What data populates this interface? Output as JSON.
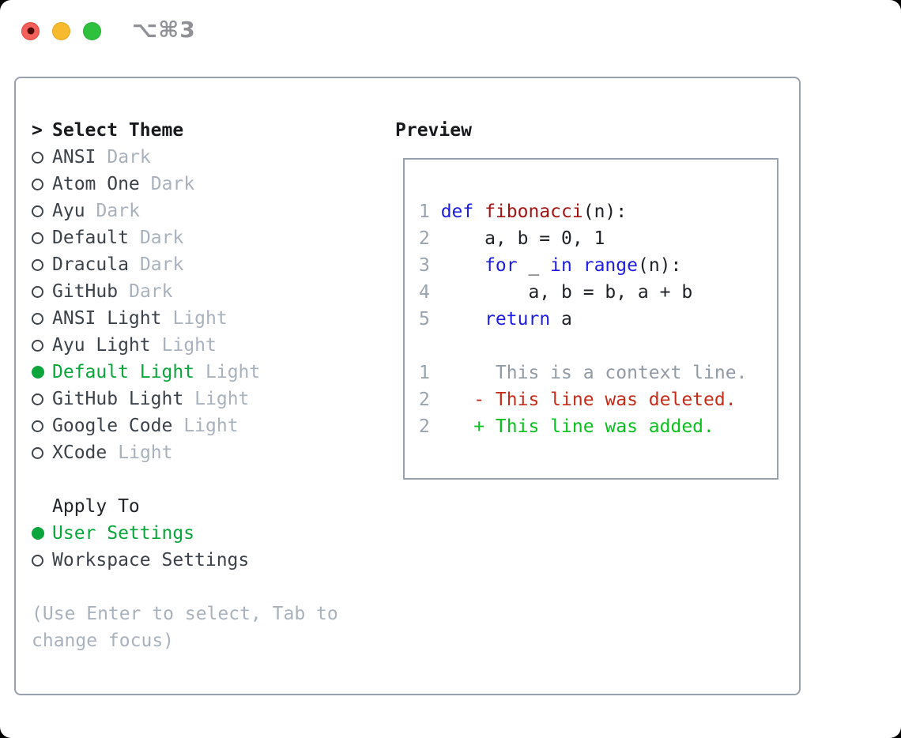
{
  "titlebar": {
    "shortcut": "⌥⌘3"
  },
  "theme_list": {
    "prompt": ">",
    "header": "Select Theme",
    "items": [
      {
        "name": "ANSI",
        "tag": "Dark",
        "selected": false
      },
      {
        "name": "Atom One",
        "tag": "Dark",
        "selected": false
      },
      {
        "name": "Ayu",
        "tag": "Dark",
        "selected": false
      },
      {
        "name": "Default",
        "tag": "Dark",
        "selected": false
      },
      {
        "name": "Dracula",
        "tag": "Dark",
        "selected": false
      },
      {
        "name": "GitHub",
        "tag": "Dark",
        "selected": false
      },
      {
        "name": "ANSI Light",
        "tag": "Light",
        "selected": false
      },
      {
        "name": "Ayu Light",
        "tag": "Light",
        "selected": false
      },
      {
        "name": "Default Light",
        "tag": "Light",
        "selected": true
      },
      {
        "name": "GitHub Light",
        "tag": "Light",
        "selected": false
      },
      {
        "name": "Google Code",
        "tag": "Light",
        "selected": false
      },
      {
        "name": "XCode",
        "tag": "Light",
        "selected": false
      }
    ]
  },
  "apply_to": {
    "header": "Apply To",
    "options": [
      {
        "label": "User Settings",
        "selected": true
      },
      {
        "label": "Workspace Settings",
        "selected": false
      }
    ]
  },
  "help": {
    "text": "(Use Enter to select, Tab to change focus)"
  },
  "preview": {
    "header": "Preview",
    "lines": [
      {
        "num": "1",
        "segs": [
          {
            "c": "kw",
            "t": "def"
          },
          {
            "c": "plain",
            "t": " "
          },
          {
            "c": "fn",
            "t": "fibonacci"
          },
          {
            "c": "plain",
            "t": "(n):"
          }
        ]
      },
      {
        "num": "2",
        "segs": [
          {
            "c": "plain",
            "t": "    a, b = 0, 1"
          }
        ]
      },
      {
        "num": "3",
        "segs": [
          {
            "c": "plain",
            "t": "    "
          },
          {
            "c": "kw",
            "t": "for"
          },
          {
            "c": "plain",
            "t": " _ "
          },
          {
            "c": "kw",
            "t": "in"
          },
          {
            "c": "plain",
            "t": " "
          },
          {
            "c": "kw",
            "t": "range"
          },
          {
            "c": "plain",
            "t": "(n):"
          }
        ]
      },
      {
        "num": "4",
        "segs": [
          {
            "c": "plain",
            "t": "        a, b = b, a + b"
          }
        ]
      },
      {
        "num": "5",
        "segs": [
          {
            "c": "plain",
            "t": "    "
          },
          {
            "c": "kw",
            "t": "return"
          },
          {
            "c": "plain",
            "t": " a"
          }
        ]
      },
      {
        "num": "",
        "segs": []
      },
      {
        "num": "1",
        "segs": [
          {
            "c": "ctx",
            "t": "     This is a context line."
          }
        ]
      },
      {
        "num": "2",
        "segs": [
          {
            "c": "del",
            "t": "   - This line was deleted."
          }
        ]
      },
      {
        "num": "2",
        "segs": [
          {
            "c": "add",
            "t": "   + This line was added."
          }
        ]
      }
    ]
  },
  "colors": {
    "accent_green": "#0aa63c",
    "added_green": "#0ac01e",
    "deleted_red": "#c52c19",
    "keyword_blue": "#1d1ce2",
    "function_red": "#a31313",
    "muted_gray": "#a9b2bc",
    "line_number_gray": "#9aa3ae",
    "context_gray": "#919aa5",
    "text_dark": "#3c424a",
    "heading_black": "#17191c",
    "panel_border": "#98a1ac",
    "traffic_red": "#f4605a",
    "traffic_yellow": "#f7b92e",
    "traffic_green": "#2fc13e",
    "titlebar_text": "#8f9196"
  }
}
